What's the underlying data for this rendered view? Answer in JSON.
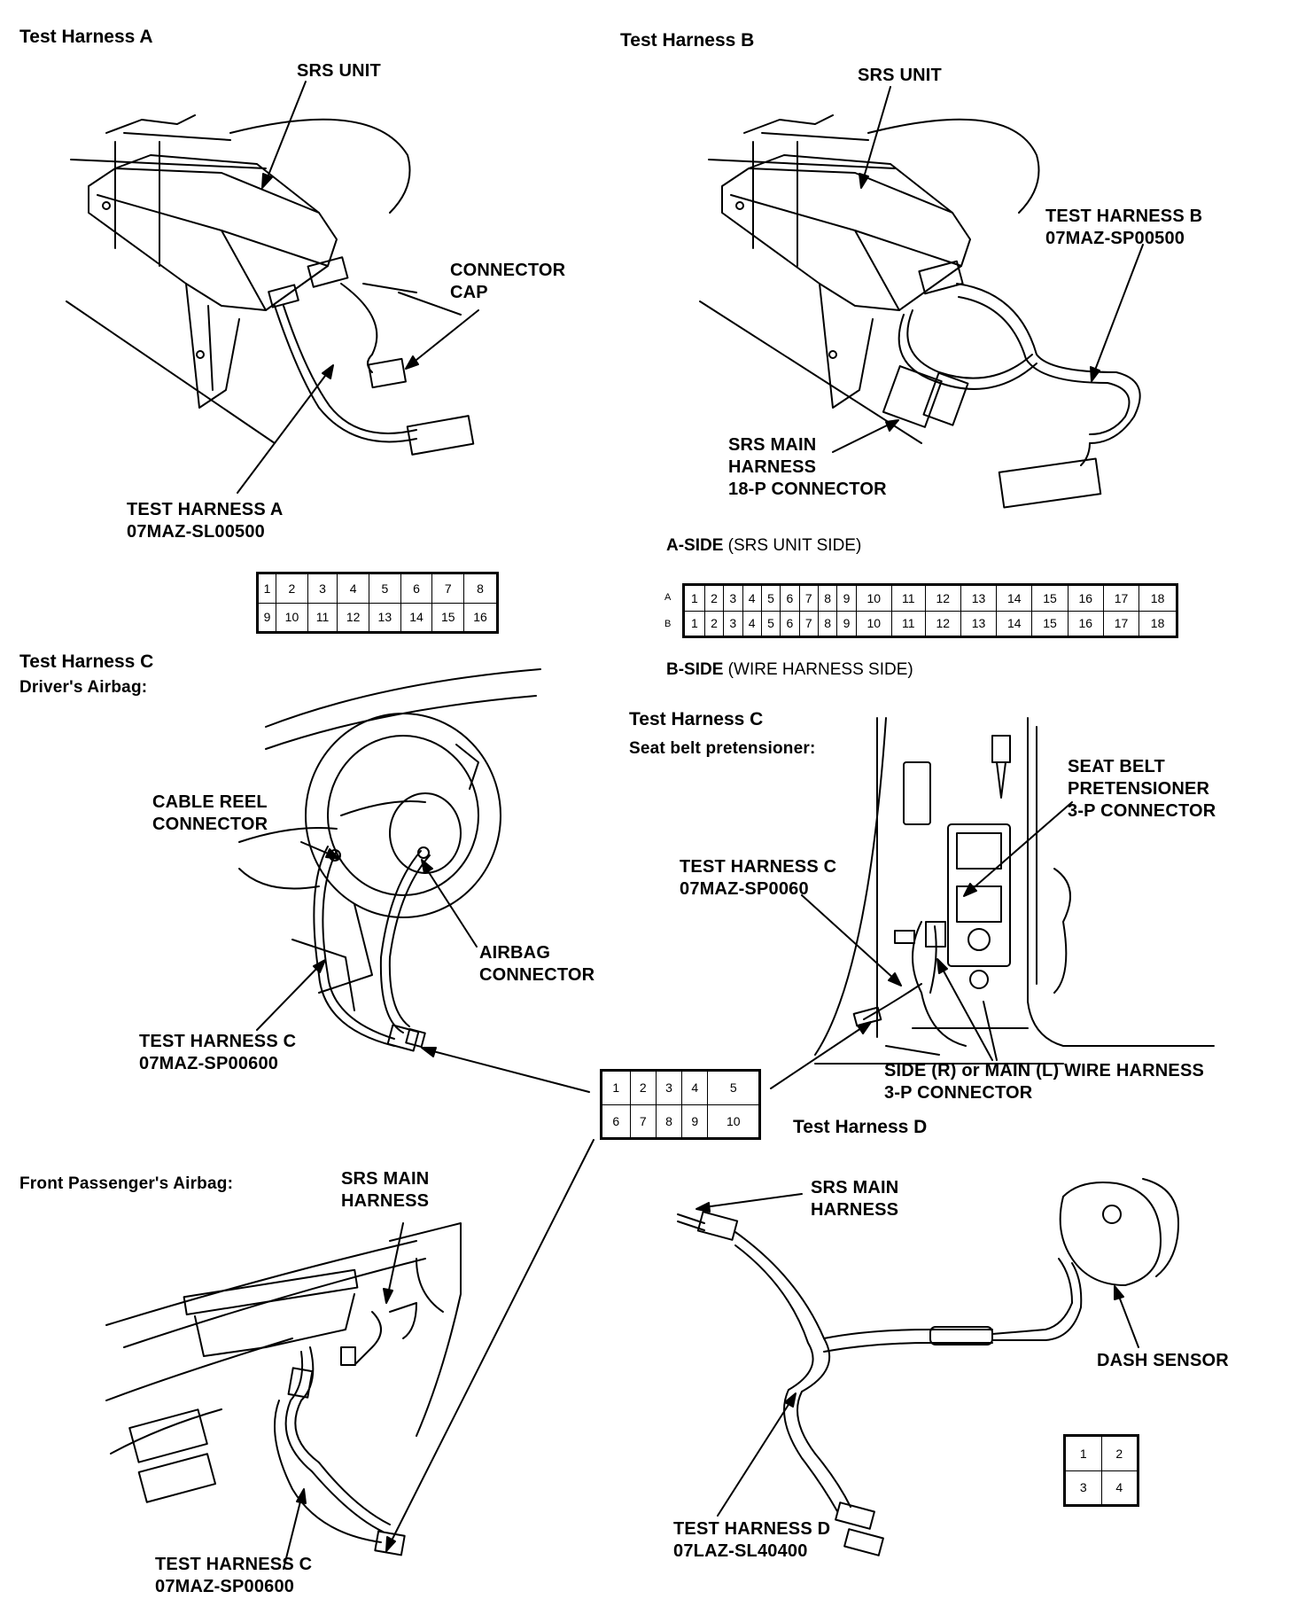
{
  "harness_a": {
    "heading": "Test Harness A",
    "srs_unit": "SRS UNIT",
    "connector_cap_1": "CONNECTOR",
    "connector_cap_2": "CAP",
    "harness_label_1": "TEST HARNESS A",
    "harness_label_2": "07MAZ-SL00500",
    "pins": [
      [
        "1",
        "2",
        "3",
        "4",
        "5",
        "6",
        "7",
        "8"
      ],
      [
        "9",
        "10",
        "11",
        "12",
        "13",
        "14",
        "15",
        "16"
      ]
    ]
  },
  "harness_b": {
    "heading": "Test Harness B",
    "srs_unit": "SRS UNIT",
    "harness_label_1": "TEST HARNESS B",
    "harness_label_2": "07MAZ-SP00500",
    "main_1": "SRS MAIN",
    "main_2": "HARNESS",
    "main_3": "18-P CONNECTOR",
    "a_side_bold": "A-SIDE",
    "a_side_rest": " (SRS UNIT SIDE)",
    "b_side_bold": "B-SIDE",
    "b_side_rest": " (WIRE HARNESS SIDE)",
    "row_a": "A",
    "row_b": "B",
    "pins": [
      [
        "1",
        "2",
        "3",
        "4",
        "5",
        "6",
        "7",
        "8",
        "9",
        "10",
        "11",
        "12",
        "13",
        "14",
        "15",
        "16",
        "17",
        "18"
      ],
      [
        "1",
        "2",
        "3",
        "4",
        "5",
        "6",
        "7",
        "8",
        "9",
        "10",
        "11",
        "12",
        "13",
        "14",
        "15",
        "16",
        "17",
        "18"
      ]
    ]
  },
  "harness_c_driver": {
    "heading": "Test Harness C",
    "subheading": "Driver's Airbag:",
    "cable_reel_1": "CABLE REEL",
    "cable_reel_2": "CONNECTOR",
    "airbag_1": "AIRBAG",
    "airbag_2": "CONNECTOR",
    "harness_label_1": "TEST HARNESS C",
    "harness_label_2": "07MAZ-SP00600"
  },
  "harness_c_seatbelt": {
    "heading": "Test Harness C",
    "subheading": "Seat belt pretensioner:",
    "pretensioner_1": "SEAT BELT",
    "pretensioner_2": "PRETENSIONER",
    "pretensioner_3": "3-P CONNECTOR",
    "harness_label_1": "TEST HARNESS C",
    "harness_label_2": "07MAZ-SP0060",
    "side_1": "SIDE (R) or MAIN (L) WIRE HARNESS",
    "side_2": "3-P CONNECTOR"
  },
  "harness_c_pins": [
    [
      "1",
      "2",
      "3",
      "4",
      "5"
    ],
    [
      "6",
      "7",
      "8",
      "9",
      "10"
    ]
  ],
  "harness_c_passenger": {
    "subheading": "Front Passenger's Airbag:",
    "main_1": "SRS MAIN",
    "main_2": "HARNESS",
    "harness_label_1": "TEST HARNESS C",
    "harness_label_2": "07MAZ-SP00600"
  },
  "harness_d": {
    "heading": "Test Harness D",
    "main_1": "SRS MAIN",
    "main_2": "HARNESS",
    "dash_sensor": "DASH SENSOR",
    "harness_label_1": "TEST HARNESS D",
    "harness_label_2": "07LAZ-SL40400",
    "pins": [
      [
        "1",
        "2"
      ],
      [
        "3",
        "4"
      ]
    ]
  }
}
